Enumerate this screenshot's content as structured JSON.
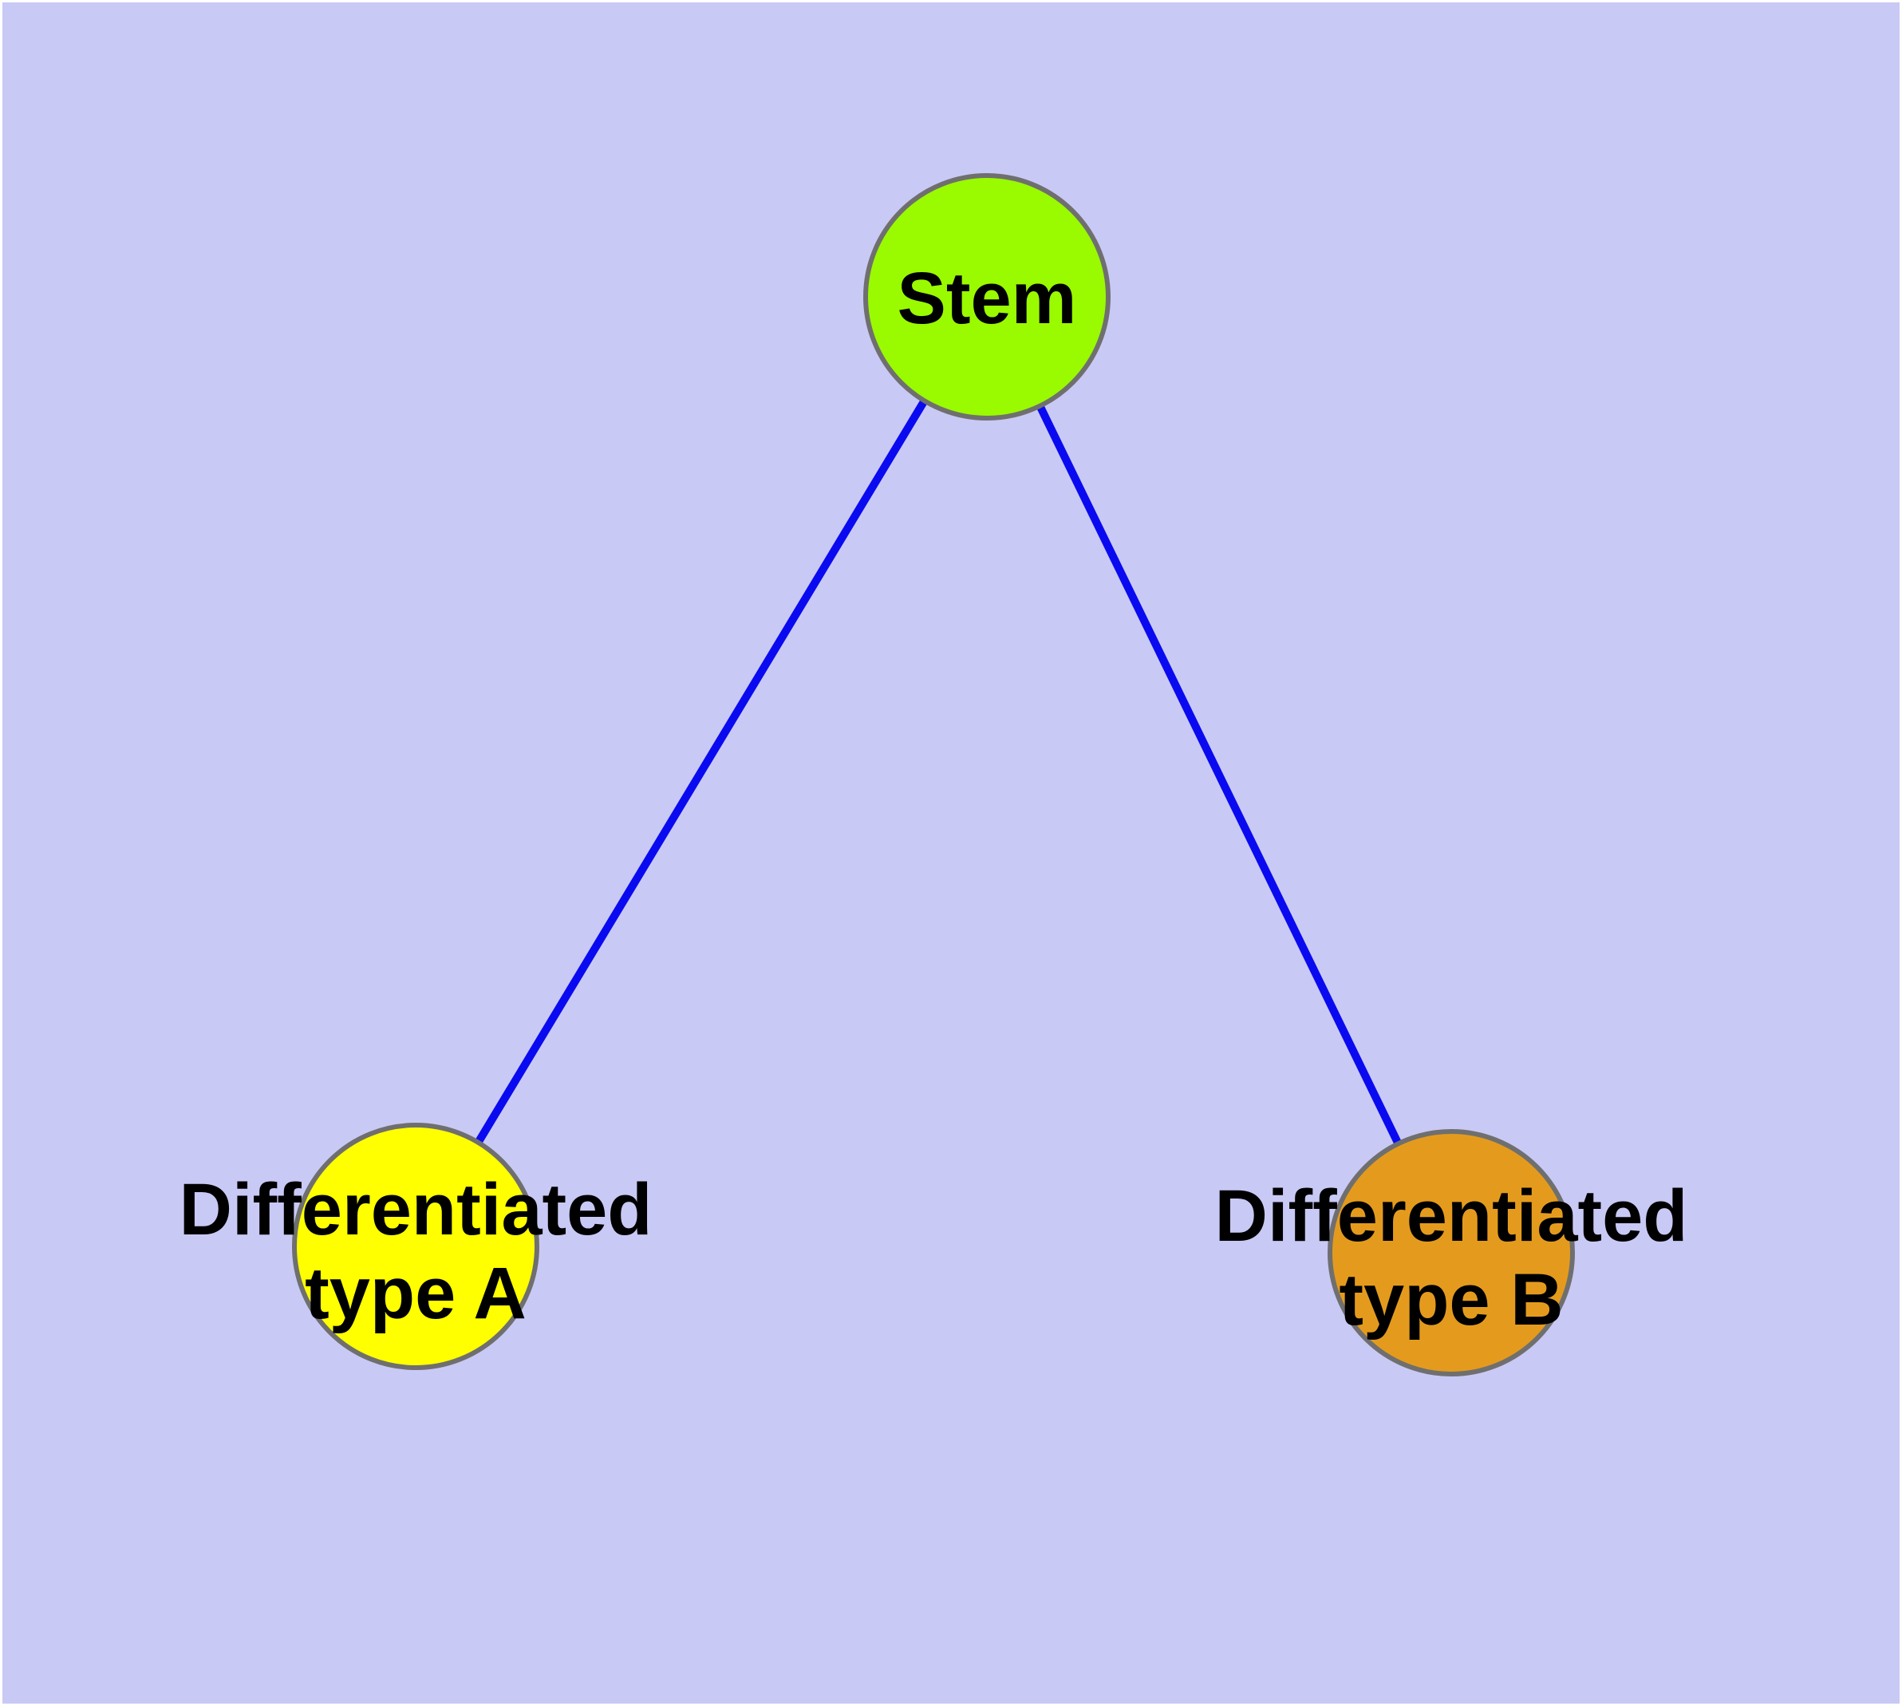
{
  "figure": {
    "frame_color": "#ffffff",
    "background_color": "#c9c9f5"
  },
  "graph": {
    "type": "node-link-diagram",
    "nodes": [
      {
        "id": "stem",
        "label": "Stem",
        "fill": "#9afa00",
        "border": "#6f6f6f",
        "text_color": "#000000"
      },
      {
        "id": "differentiated-type-a",
        "label": "Differentiated type A",
        "lines": [
          "Differentiated",
          "type A"
        ],
        "fill": "#ffff00",
        "border": "#6f6f6f",
        "text_color": "#000000"
      },
      {
        "id": "differentiated-type-b",
        "label": "Differentiated type B",
        "lines": [
          "Differentiated",
          "type B"
        ],
        "fill": "#e49b1d",
        "border": "#6f6f6f",
        "text_color": "#000000"
      }
    ],
    "edges": [
      {
        "from": "stem",
        "to": "differentiated-type-a",
        "color": "#0a0af0"
      },
      {
        "from": "stem",
        "to": "differentiated-type-b",
        "color": "#0a0af0"
      }
    ]
  }
}
